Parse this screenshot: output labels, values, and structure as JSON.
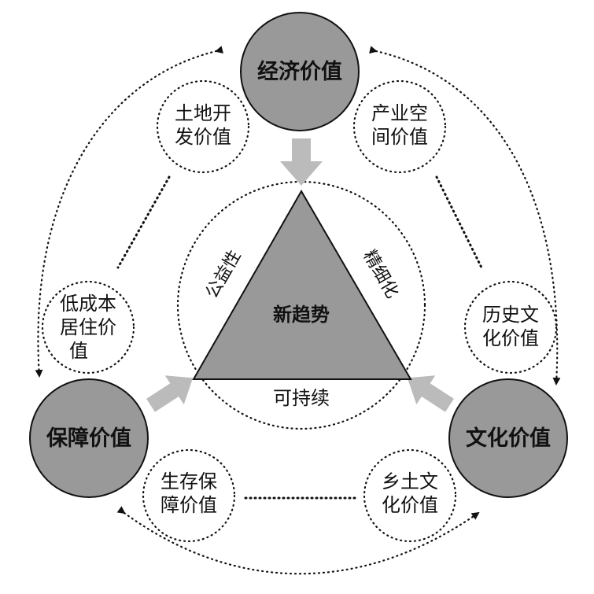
{
  "nodes": {
    "economic": "经济价值",
    "security": "保障价值",
    "culture": "文化价值"
  },
  "subnodes": {
    "land_dev": [
      "土地开",
      "发价值"
    ],
    "industry_space": [
      "产业空",
      "间价值"
    ],
    "low_cost_housing": [
      "低成本",
      "居住价",
      "值"
    ],
    "historic_culture": [
      "历史文",
      "化价值"
    ],
    "survival_security": [
      "生存保",
      "障价值"
    ],
    "rural_culture": [
      "乡土文",
      "化价值"
    ]
  },
  "triangle": {
    "center": "新趋势",
    "left_side": "公益性",
    "right_side": "精细化",
    "bottom_side": "可持续"
  },
  "colors": {
    "node_fill": "#999999",
    "arrow_fill": "#bbbbbb",
    "stroke": "#111111"
  }
}
